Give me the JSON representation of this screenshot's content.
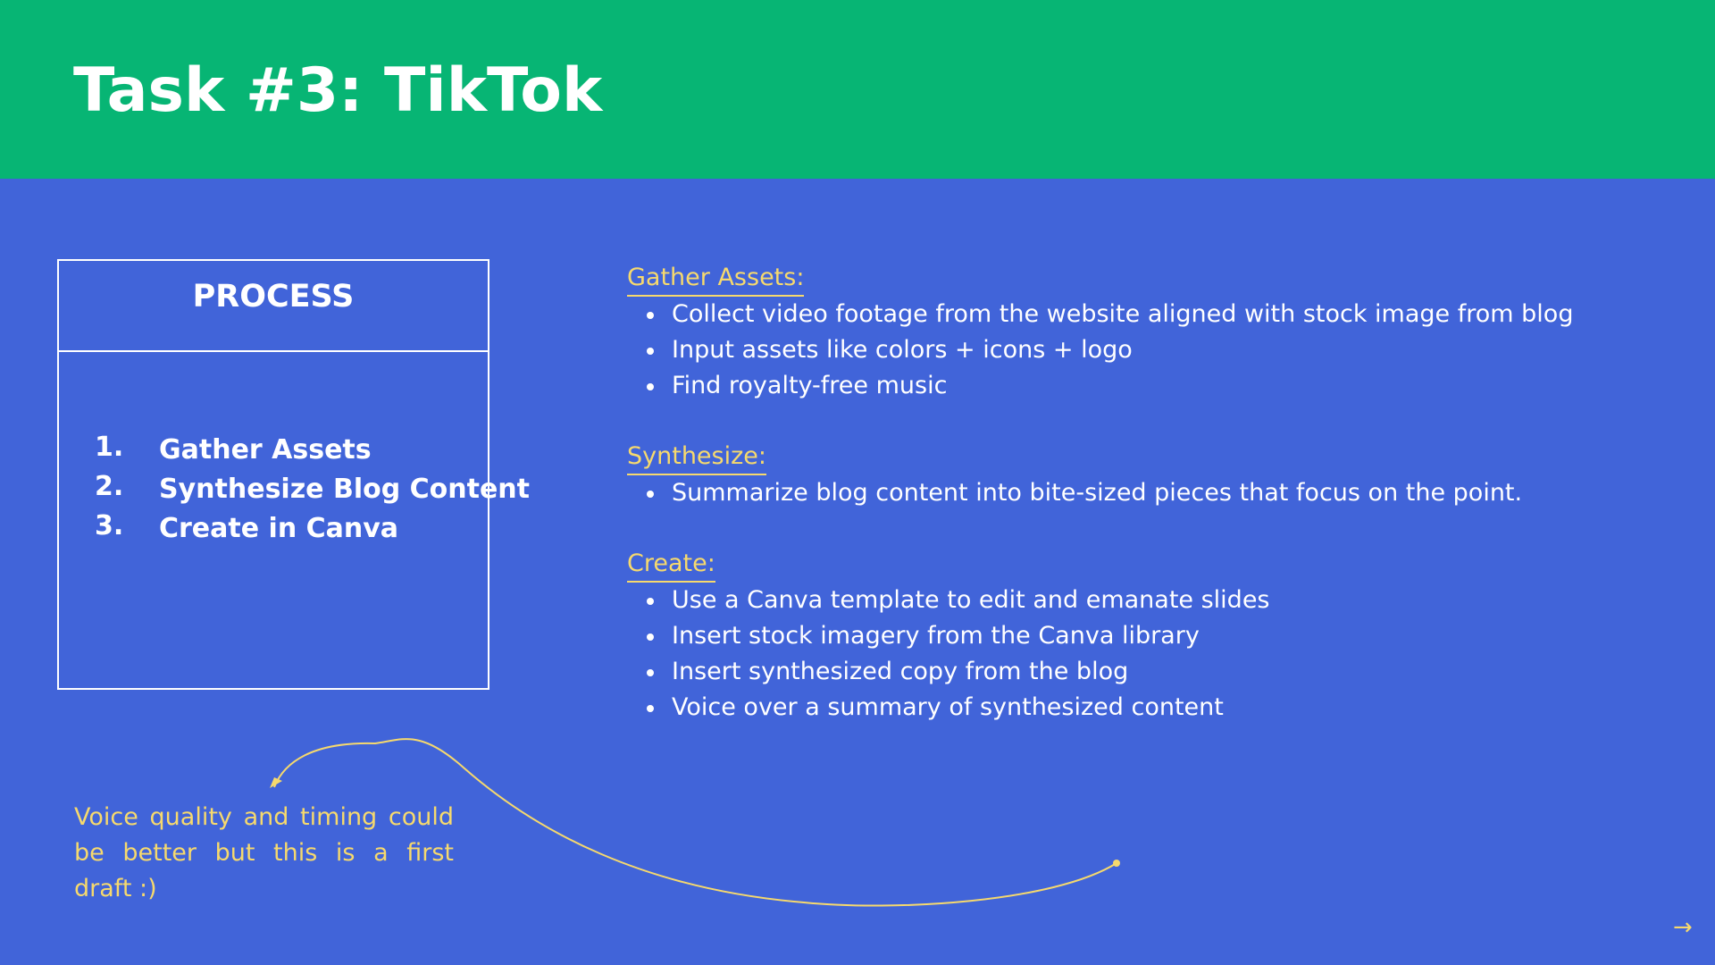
{
  "header": {
    "title": "Task #3: TikTok"
  },
  "process": {
    "title": "PROCESS",
    "steps": [
      {
        "num": "1.",
        "label": "Gather Assets"
      },
      {
        "num": "2.",
        "label": "Synthesize Blog Content"
      },
      {
        "num": "3.",
        "label": "Create in Canva"
      }
    ]
  },
  "sections": [
    {
      "heading": "Gather Assets:",
      "bullets": [
        "Collect video footage from the website aligned with stock image from blog",
        "Input assets like colors + icons + logo",
        "Find royalty-free music"
      ]
    },
    {
      "heading": "Synthesize:",
      "bullets": [
        "Summarize blog content into bite-sized pieces that focus on the point."
      ]
    },
    {
      "heading": "Create:",
      "bullets": [
        "Use a Canva template to edit and emanate slides",
        "Insert stock imagery from the Canva library",
        "Insert synthesized copy from the blog",
        "Voice over a summary of synthesized content"
      ]
    }
  ],
  "note": {
    "text": "Voice quality and timing could be better but this is a first draft :)"
  },
  "next": {
    "icon": "right-arrow-icon",
    "glyph": "→"
  },
  "colors": {
    "header_green": "#07b574",
    "slide_blue": "#4164d9",
    "accent_yellow": "#f6d96d",
    "text_white": "#ffffff"
  }
}
